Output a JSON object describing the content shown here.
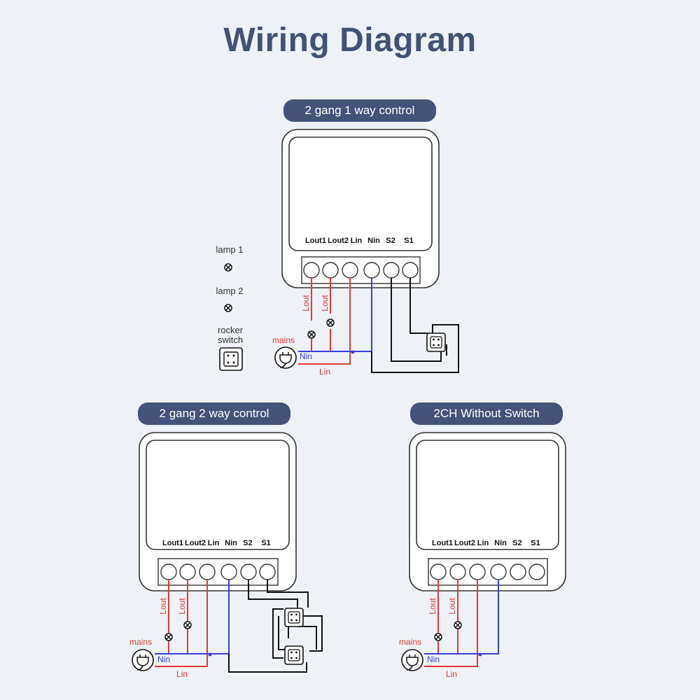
{
  "title": "Wiring Diagram",
  "colors": {
    "live": "#e03a3a",
    "neutral": "#3a3fd0",
    "switch": "#111111",
    "pill": "#45527a",
    "title": "#425275"
  },
  "terminal_labels": [
    "Lout1",
    "Lout2",
    "Lin",
    "Nin",
    "S2",
    "S1"
  ],
  "wire_labels": {
    "lout": "Lout",
    "mains": "mains",
    "nin": "Nin",
    "lin": "Lin"
  },
  "legend": {
    "lamp1": "lamp 1",
    "lamp2": "lamp 2",
    "rocker_line1": "rocker",
    "rocker_line2": "switch",
    "lamp_icon": "lamp-icon",
    "rocker_icon": "rocker-switch-icon"
  },
  "sections": [
    {
      "id": "2g1w",
      "label": "2 gang 1 way control"
    },
    {
      "id": "2g2w",
      "label": "2 gang 2 way control"
    },
    {
      "id": "2ch",
      "label": "2CH Without Switch"
    }
  ]
}
